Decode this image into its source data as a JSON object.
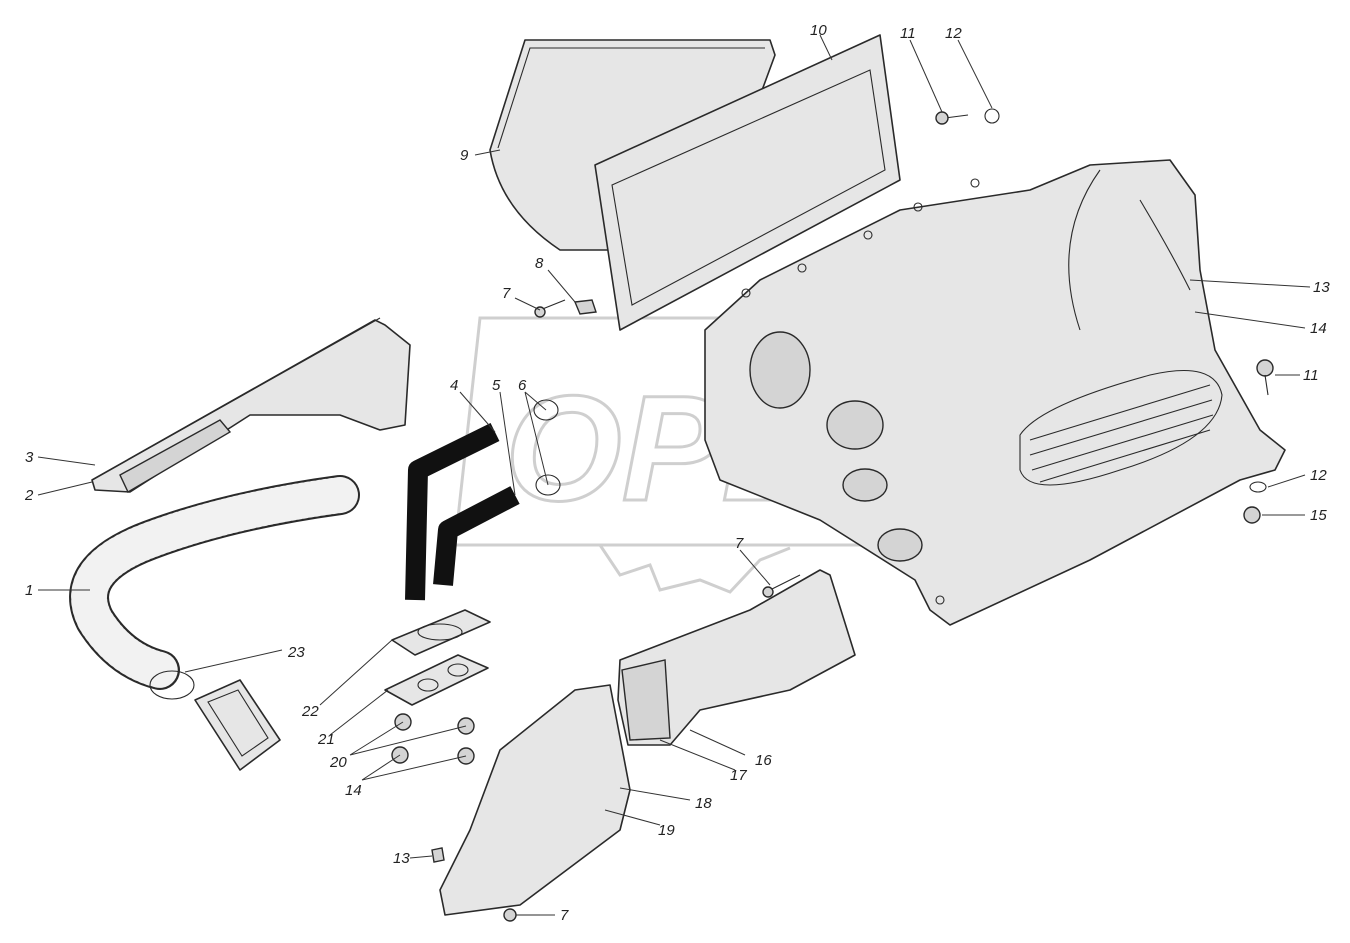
{
  "watermark": {
    "text": "OPEX"
  },
  "callouts": [
    {
      "id": "c1",
      "text": "1"
    },
    {
      "id": "c2",
      "text": "2"
    },
    {
      "id": "c3",
      "text": "3"
    },
    {
      "id": "c4",
      "text": "4"
    },
    {
      "id": "c5",
      "text": "5"
    },
    {
      "id": "c6",
      "text": "6"
    },
    {
      "id": "c7a",
      "text": "7"
    },
    {
      "id": "c7b",
      "text": "7"
    },
    {
      "id": "c7c",
      "text": "7"
    },
    {
      "id": "c8",
      "text": "8"
    },
    {
      "id": "c9",
      "text": "9"
    },
    {
      "id": "c10",
      "text": "10"
    },
    {
      "id": "c11a",
      "text": "11"
    },
    {
      "id": "c11b",
      "text": "11"
    },
    {
      "id": "c12a",
      "text": "12"
    },
    {
      "id": "c12b",
      "text": "12"
    },
    {
      "id": "c13a",
      "text": "13"
    },
    {
      "id": "c13b",
      "text": "13"
    },
    {
      "id": "c14a",
      "text": "14"
    },
    {
      "id": "c14b",
      "text": "14"
    },
    {
      "id": "c15",
      "text": "15"
    },
    {
      "id": "c16",
      "text": "16"
    },
    {
      "id": "c17",
      "text": "17"
    },
    {
      "id": "c18",
      "text": "18"
    },
    {
      "id": "c19",
      "text": "19"
    },
    {
      "id": "c20",
      "text": "20"
    },
    {
      "id": "c21",
      "text": "21"
    },
    {
      "id": "c22",
      "text": "22"
    },
    {
      "id": "c23",
      "text": "23"
    }
  ]
}
